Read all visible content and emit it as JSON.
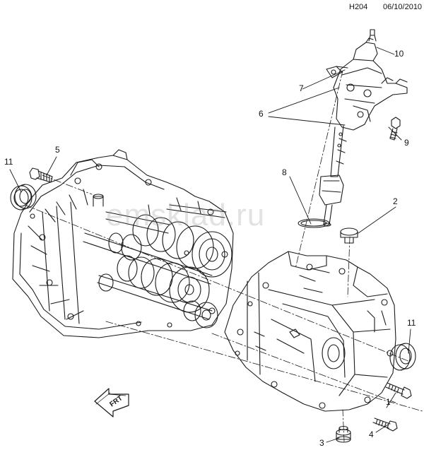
{
  "header": {
    "code": "H204",
    "date": "06/10/2010"
  },
  "callouts": [
    {
      "id": "c1",
      "label": "1"
    },
    {
      "id": "c2",
      "label": "2"
    },
    {
      "id": "c3",
      "label": "3"
    },
    {
      "id": "c4",
      "label": "4"
    },
    {
      "id": "c5",
      "label": "5"
    },
    {
      "id": "c6",
      "label": "6"
    },
    {
      "id": "c7",
      "label": "7"
    },
    {
      "id": "c8",
      "label": "8"
    },
    {
      "id": "c9",
      "label": "9"
    },
    {
      "id": "c10",
      "label": "10"
    },
    {
      "id": "c11a",
      "label": "11"
    },
    {
      "id": "c11b",
      "label": "11"
    }
  ],
  "front_marker": {
    "label": "FRT"
  },
  "watermark": {
    "text": "emsklad.ru"
  }
}
